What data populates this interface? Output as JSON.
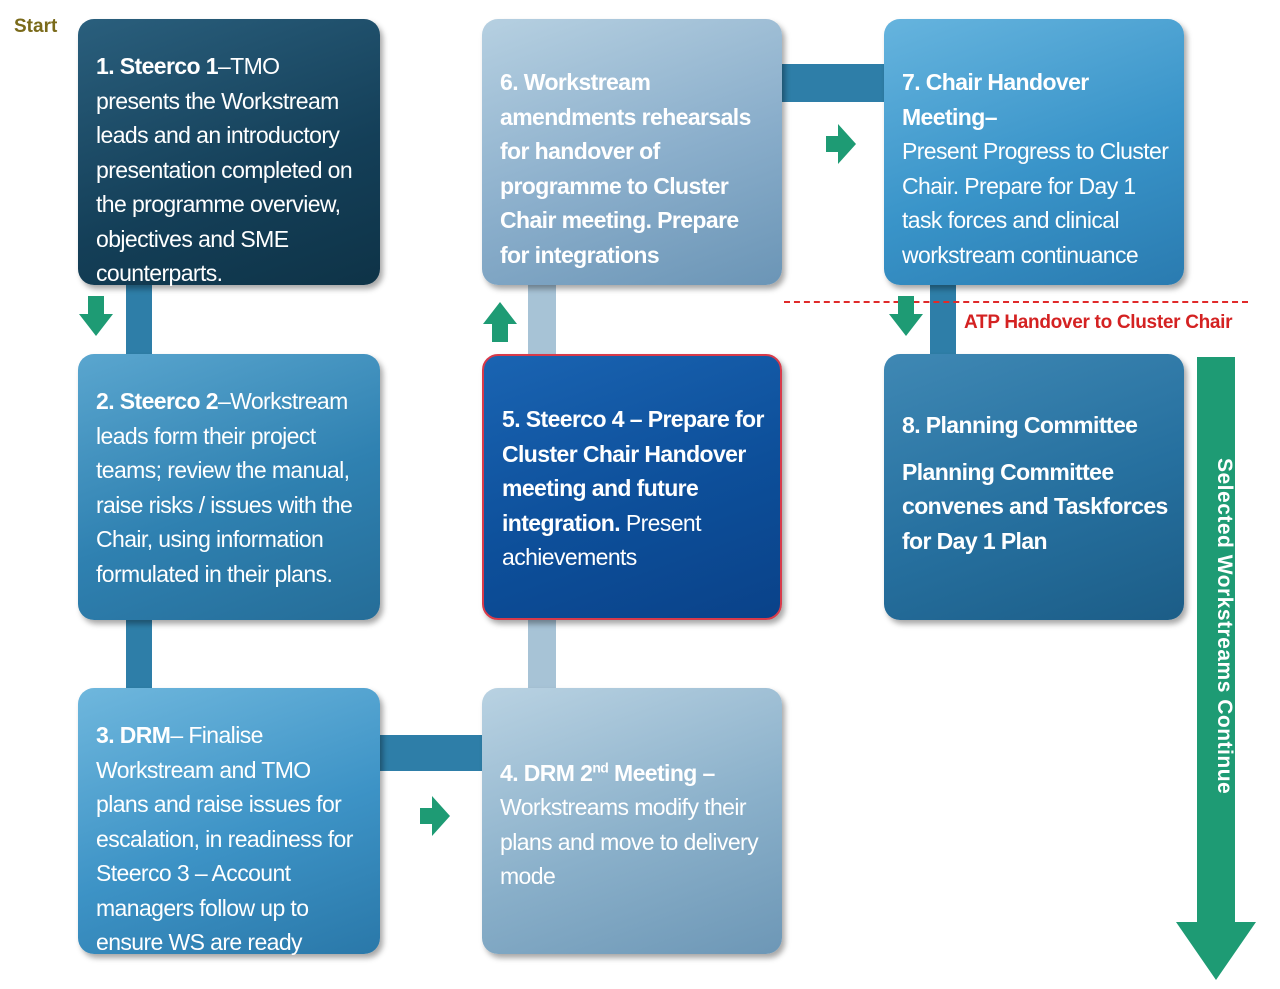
{
  "start_label": "Start",
  "colors": {
    "arrow_green": "#1e9b74",
    "connector_blue": "#2e7ea8",
    "connector_light": "#a7c3d6",
    "dashed_line": "#e02a2a"
  },
  "steps": [
    {
      "title": "1.  Steerco 1",
      "text": "–TMO presents the Workstream leads and an introductory presentation completed on the programme overview, objectives and SME counterparts."
    },
    {
      "title": "2. Steerco 2",
      "text": "–Workstream leads form their project teams; review the manual, raise risks / issues with the Chair, using information formulated in their plans."
    },
    {
      "title": "3. DRM",
      "text": "– Finalise Workstream and TMO plans and raise issues for escalation, in readiness for Steerco 3 – Account managers follow up to ensure WS are ready"
    },
    {
      "title": "4. DRM 2",
      "superscript": "nd",
      "title_suffix": " Meeting –",
      "text": "Workstreams modify their plans and move to delivery mode"
    },
    {
      "title": "5. Steerco 4 – Prepare for Cluster Chair  Handover meeting and future integration.",
      "text": "Present achievements"
    },
    {
      "title": "6. Workstream amendments rehearsals for handover of programme to Cluster Chair meeting.  Prepare for integrations",
      "text": ""
    },
    {
      "title": "7. Chair Handover Meeting–",
      "text": "Present Progress to Cluster Chair.  Prepare for Day 1 task forces and clinical workstream continuance"
    },
    {
      "title": "8. Planning Committee",
      "subtitle": "Planning Committee convenes and Taskforces for Day 1 Plan"
    }
  ],
  "atp_label": "ATP Handover to Cluster Chair",
  "continue_label": "Selected  Workstreams Continue"
}
